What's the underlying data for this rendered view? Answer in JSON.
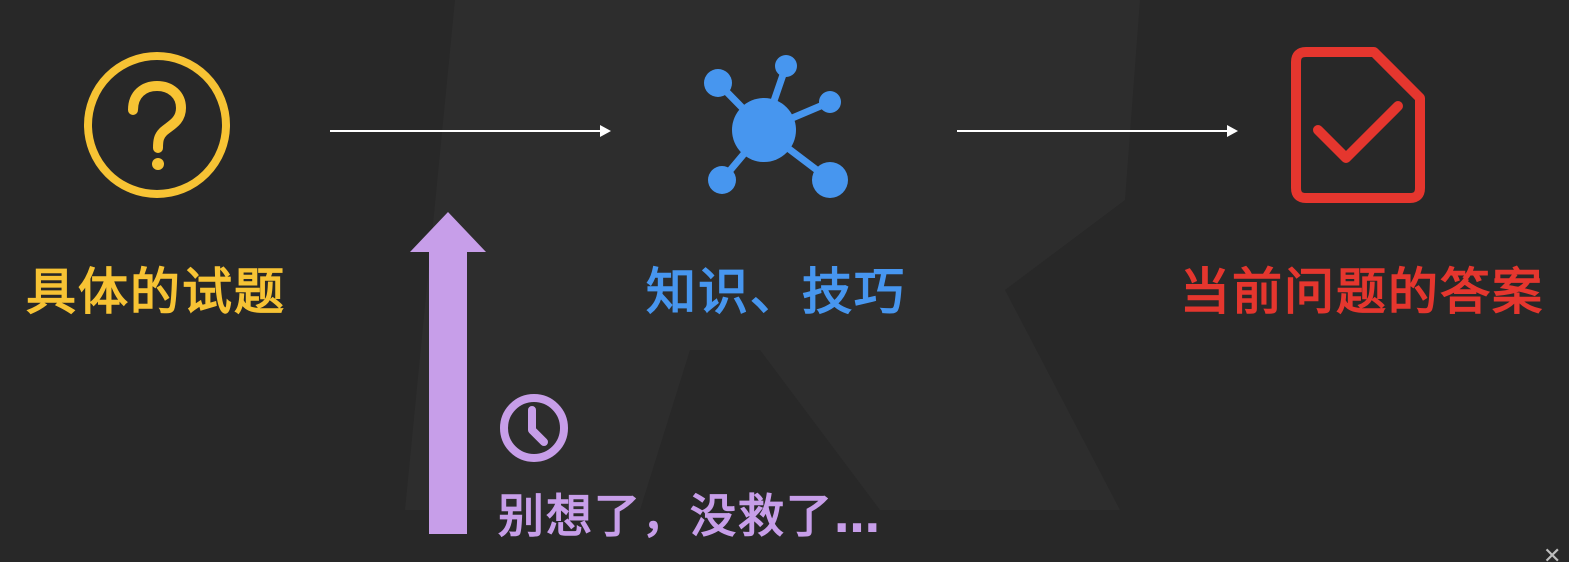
{
  "nodes": {
    "question": {
      "label": "具体的试题",
      "color": "#f7c334",
      "icon": "question-circle-icon"
    },
    "knowledge": {
      "label": "知识、技巧",
      "color": "#4796ef",
      "icon": "network-hub-icon"
    },
    "answer": {
      "label": "当前问题的答案",
      "color": "#e5362e",
      "icon": "document-check-icon"
    }
  },
  "annotation": {
    "text": "别想了，没救了…",
    "color": "#c79ee9",
    "icon": "clock-icon"
  },
  "colors": {
    "background": "#282828",
    "arrow": "#ffffff",
    "up_arrow": "#c79ee9"
  }
}
